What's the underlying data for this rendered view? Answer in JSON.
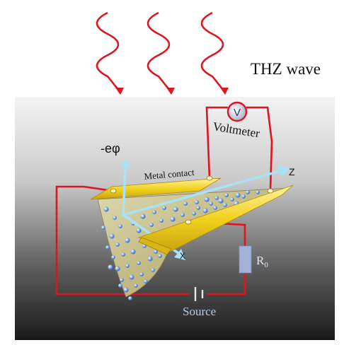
{
  "labels": {
    "wave": "THZ wave",
    "potential": "-eφ",
    "voltmeter_symbol": "V",
    "voltmeter": "Voltmeter",
    "metal_contact": "Metal contact",
    "z_axis": "Z",
    "x_axis": "X",
    "resistor": "R",
    "resistor_sub": "0",
    "source": "Source"
  },
  "colors": {
    "wave": "#e0141e",
    "wire": "#e0141e",
    "axis": "#a8e2f4",
    "contact": "#f2d21e",
    "cone": "#c4bd84",
    "resistor": "#a3b3d8",
    "electron": "#3a6ec4"
  }
}
